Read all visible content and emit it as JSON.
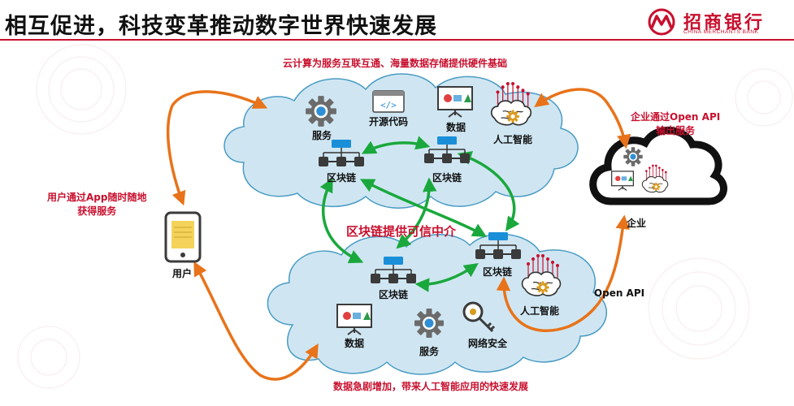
{
  "header": {
    "title": "相互促进，科技变革推动数字世界快速发展",
    "brand_name": "招商银行",
    "brand_sub": "CHINA MERCHANTS BANK"
  },
  "captions": {
    "top": "云计算为服务互联互通、海量数据存储提供硬件基础",
    "bottom": "数据急剧增加，带来人工智能应用的快速发展",
    "center": "区块链提供可信中介",
    "left_line1": "用户通过App随时随地",
    "left_line2": "获得服务",
    "right_line1": "企业通过Open  API",
    "right_line2": "输出服务",
    "open_api": "Open  API"
  },
  "top_cloud": {
    "service": "服务",
    "open_source": "开源代码",
    "data": "数据",
    "ai": "人工智能",
    "blockchain_left": "区块链",
    "blockchain_right": "区块链"
  },
  "bottom_cloud": {
    "blockchain_left": "区块链",
    "blockchain_right": "区块链",
    "ai": "人工智能",
    "data": "数据",
    "service": "服务",
    "network_security": "网络安全"
  },
  "nodes": {
    "user": "用户",
    "enterprise": "企业"
  },
  "colors": {
    "brand_red": "#c8102e",
    "cloud_fill": "#cfe6f2",
    "cloud_stroke": "#4a9cc4",
    "orange_arrow": "#e8731a",
    "green_arrow": "#1aa83c",
    "chain_blue": "#1a8fd8"
  }
}
